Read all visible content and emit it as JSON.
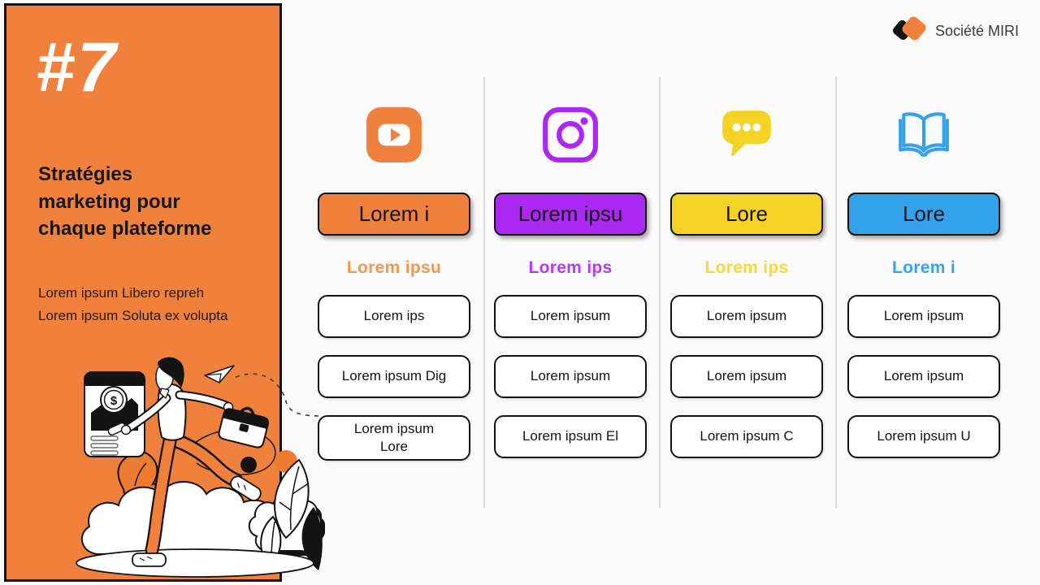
{
  "slide": {
    "number": "#7",
    "title": "Stratégies\nmarketing pour\nchaque plateforme",
    "subtitle": "Lorem ipsum Libero repreh\nLorem ipsum Soluta ex volupta"
  },
  "logo": {
    "text": "Société MIRI"
  },
  "colors": {
    "brand_orange": "#F0813C",
    "purple": "#AA28F1",
    "yellow": "#F5D325",
    "blue": "#33A2EA",
    "page_bg": "#FAFAFB",
    "panel_border": "#131313"
  },
  "columns": [
    {
      "platform": "youtube",
      "icon": "youtube-icon",
      "accent": "#F0813C",
      "heading_color": "#F2984F",
      "button_label": "Lorem i",
      "heading": "Lorem ipsu",
      "items": [
        "Lorem ips",
        "Lorem ipsum Dig",
        "Lorem ipsum\nLore"
      ]
    },
    {
      "platform": "instagram",
      "icon": "instagram-icon",
      "accent": "#AA28F1",
      "heading_color": "#B43BF2",
      "button_label": "Lorem ipsu",
      "heading": "Lorem ips",
      "items": [
        "Lorem ipsum",
        "Lorem ipsum",
        "Lorem ipsum El"
      ]
    },
    {
      "platform": "chat",
      "icon": "chat-icon",
      "accent": "#F5D325",
      "heading_color": "#F6D93B",
      "button_label": "Lore",
      "heading": "Lorem ips",
      "items": [
        "Lorem ipsum",
        "Lorem ipsum",
        "Lorem ipsum C"
      ]
    },
    {
      "platform": "book",
      "icon": "book-icon",
      "accent": "#33A2EA",
      "heading_color": "#36A4ED",
      "button_label": "Lore",
      "heading": "Lorem i",
      "items": [
        "Lorem ipsum",
        "Lorem ipsum",
        "Lorem ipsum U"
      ]
    }
  ]
}
